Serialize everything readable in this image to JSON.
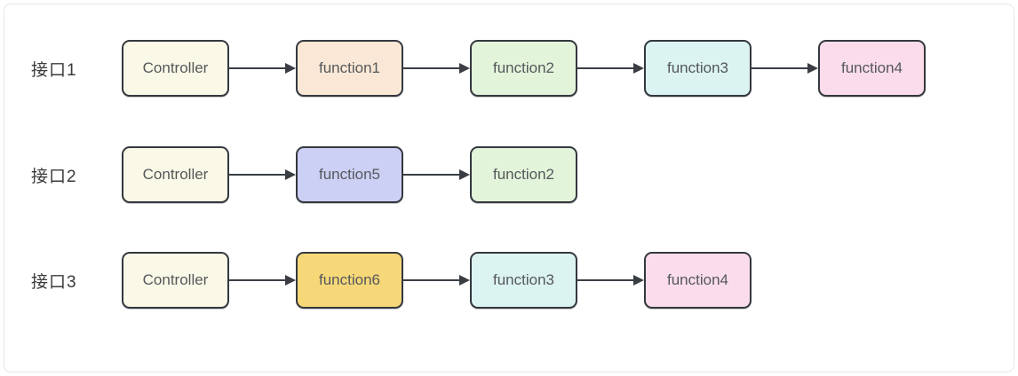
{
  "theme": {
    "canvas_bg": "#ffffff",
    "frame_border": "#e4e8ec",
    "node_border": "#34383e",
    "node_text": "#55585c",
    "label_text": "#3a3a3a",
    "arrow": "#3a3e44"
  },
  "diagram": {
    "type": "flowchart",
    "rows": [
      {
        "label": "接口1",
        "nodes": [
          {
            "id": "controller",
            "label": "Controller",
            "fill": "#faf8e6"
          },
          {
            "id": "function1",
            "label": "function1",
            "fill": "#fae7d5"
          },
          {
            "id": "function2",
            "label": "function2",
            "fill": "#e2f4da"
          },
          {
            "id": "function3",
            "label": "function3",
            "fill": "#dbf3f1"
          },
          {
            "id": "function4",
            "label": "function4",
            "fill": "#fadceb"
          }
        ]
      },
      {
        "label": "接口2",
        "nodes": [
          {
            "id": "controller",
            "label": "Controller",
            "fill": "#faf8e6"
          },
          {
            "id": "function5",
            "label": "function5",
            "fill": "#cdd0f5"
          },
          {
            "id": "function2",
            "label": "function2",
            "fill": "#e2f4da"
          }
        ]
      },
      {
        "label": "接口3",
        "nodes": [
          {
            "id": "controller",
            "label": "Controller",
            "fill": "#faf8e6"
          },
          {
            "id": "function6",
            "label": "function6",
            "fill": "#f6d879"
          },
          {
            "id": "function3",
            "label": "function3",
            "fill": "#dbf3f1"
          },
          {
            "id": "function4",
            "label": "function4",
            "fill": "#fadceb"
          }
        ]
      }
    ]
  }
}
